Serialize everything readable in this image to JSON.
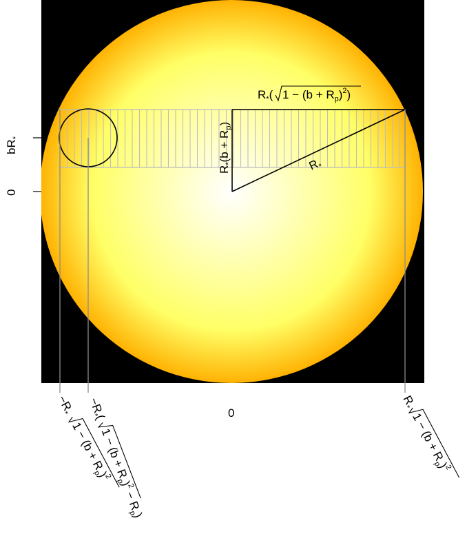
{
  "figure": {
    "colors": {
      "background": "#000000",
      "disc_center": "#ffffff",
      "disc_mid": "#ffff66",
      "disc_edge": "#ffb000",
      "grid": "#bdbdbd",
      "line": "#000000",
      "guide": "#8c8c8c"
    },
    "y_axis": {
      "tick_bR": {
        "base": "bR",
        "sub": "*"
      },
      "tick_zero": "0"
    },
    "x_axis": {
      "tick_zero": "0",
      "label_left_outer": {
        "minus": "−",
        "R": "R",
        "star": "*",
        "radicand_a": "1 − (b + R",
        "radicand_p": "p",
        "radicand_close": ")",
        "exp": "2"
      },
      "label_left_inner": {
        "minus": "−",
        "R": "R",
        "star": "*",
        "open": "(",
        "radicand_a": "1 − (b + R",
        "radicand_p": "p",
        "radicand_close": ")",
        "exp": "2",
        "tail_a": " − R",
        "tail_p": "p",
        "close": ")"
      },
      "label_right": {
        "R": "R",
        "star": "*",
        "radicand_a": "1 − (b + R",
        "radicand_p": "p",
        "radicand_close": ")",
        "exp": "2"
      }
    },
    "annotations": {
      "top_edge": {
        "R": "R",
        "star": "*",
        "open": "(",
        "radicand_a": "1 − (b + R",
        "radicand_p": "p",
        "radicand_close": ")",
        "exp": "2",
        "close": ")"
      },
      "vertical_edge": {
        "R": "R",
        "star": "*",
        "body_a": "(b + R",
        "body_p": "p",
        "body_close": ")"
      },
      "hypotenuse": {
        "R": "R",
        "star": "*"
      }
    }
  }
}
